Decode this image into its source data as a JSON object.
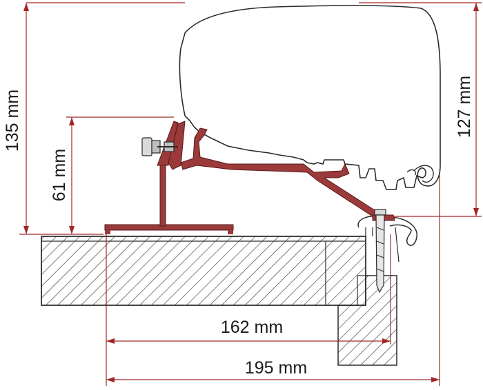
{
  "dimensions": {
    "height_total": "135 mm",
    "height_bracket": "61 mm",
    "height_awning": "127 mm",
    "width_inner": "162 mm",
    "width_outer": "195 mm"
  },
  "colors": {
    "bracket": "#9b3a3a",
    "bracket_stroke": "#5a1a1a",
    "dimension_line": "#a02828",
    "awning_fill": "#ffffff",
    "outline": "#2a2a2a",
    "hatch": "#3a3a3a"
  }
}
